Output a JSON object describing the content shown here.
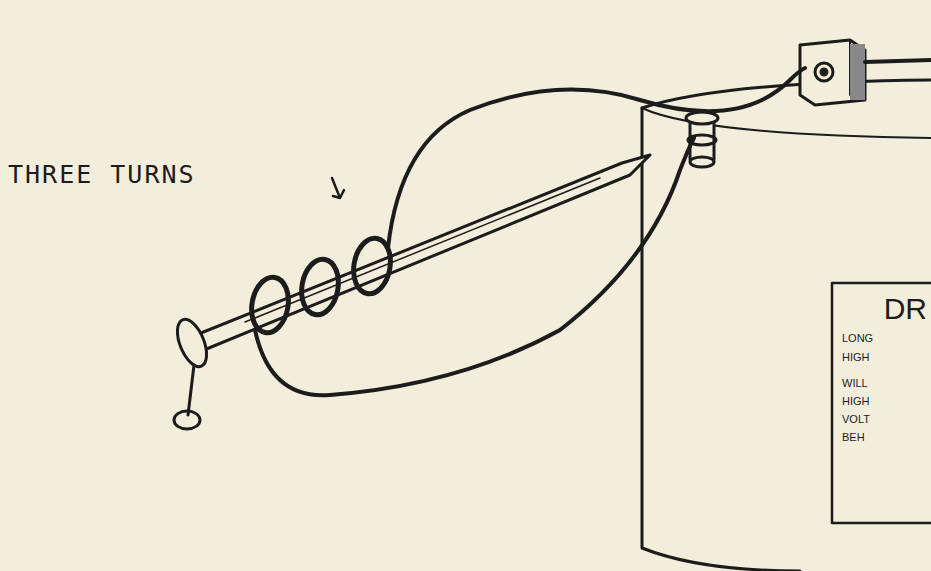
{
  "diagram": {
    "labels": [
      "THREE TURNS",
      "DR",
      "LONG",
      "HIGH",
      "WILL",
      "HIGH",
      "VOLT",
      "BEH"
    ]
  }
}
